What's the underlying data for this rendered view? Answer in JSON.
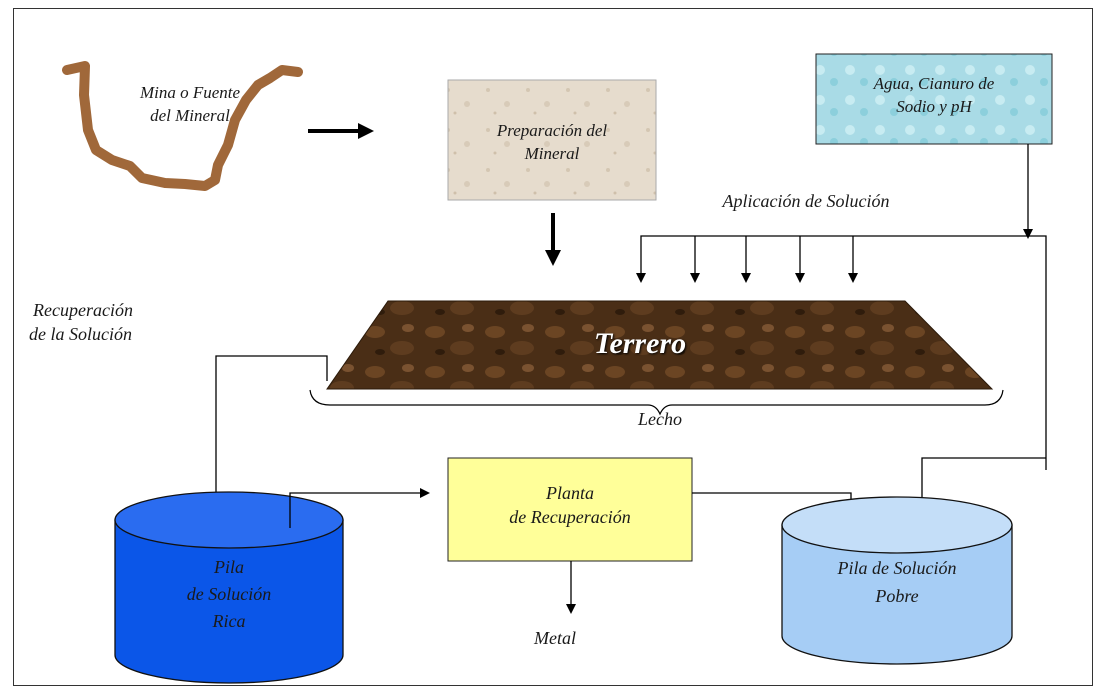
{
  "labels": {
    "mine": [
      "Mina o Fuente",
      "del Mineral"
    ],
    "prep": [
      "Preparación del",
      "Mineral"
    ],
    "water": [
      "Agua, Cianuro de",
      "Sodio  y pH"
    ],
    "application": "Aplicación de Solución",
    "recovery": [
      "Recuperación",
      "de  la Solución"
    ],
    "heap": "Terrero",
    "bed": "Lecho",
    "plant": [
      "Planta",
      "de Recuperación"
    ],
    "rich": [
      "Pila",
      "de Solución",
      "Rica"
    ],
    "poor": [
      "Pila de Solución",
      "Pobre"
    ],
    "metal": "Metal"
  },
  "colors": {
    "mine_stroke": "#a0683a",
    "prep_fill": "#e4dacb",
    "water_fill": "#a9dbe6",
    "heap_fill": "#5a3a1e",
    "plant_fill": "#ffff99",
    "rich_fill": "#0b56e8",
    "poor_fill": "#a6cdf5"
  }
}
